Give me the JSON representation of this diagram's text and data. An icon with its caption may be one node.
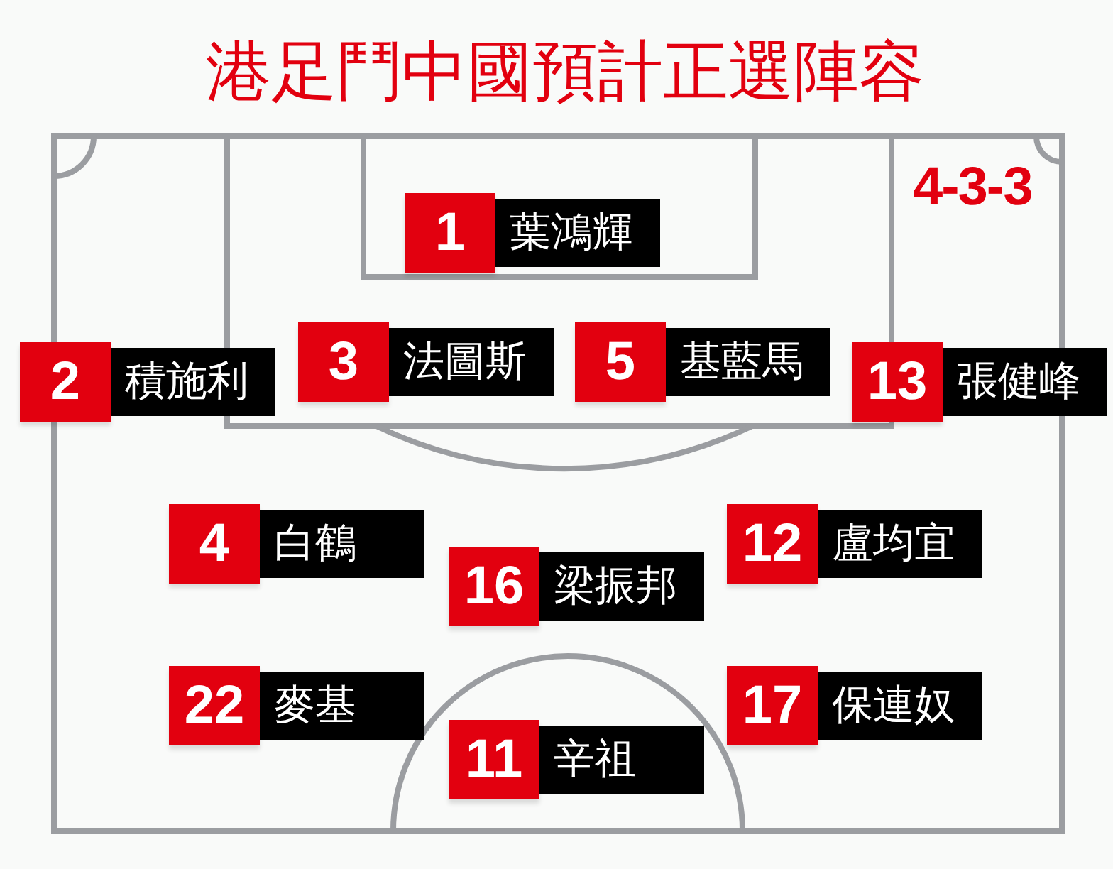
{
  "diagram": {
    "title": "港足鬥中國預計正選陣容",
    "nodes": [
      {
        "text": [
          "1",
          "葉鴻輝"
        ]
      },
      {
        "text": [
          "2",
          "積施利"
        ]
      },
      {
        "text": [
          "3",
          "法圖斯"
        ]
      },
      {
        "text": [
          "5",
          "基藍馬"
        ]
      },
      {
        "text": [
          "13",
          "張健峰"
        ]
      },
      {
        "text": [
          "4",
          "白鶴"
        ]
      },
      {
        "text": [
          "16",
          "梁振邦"
        ]
      },
      {
        "text": [
          "12",
          "盧均宜"
        ]
      },
      {
        "text": [
          "22",
          "麥基"
        ]
      },
      {
        "text": [
          "11",
          "辛祖"
        ]
      },
      {
        "text": [
          "17",
          "保連奴"
        ]
      }
    ],
    "labels": [
      "4-3-3"
    ]
  }
}
